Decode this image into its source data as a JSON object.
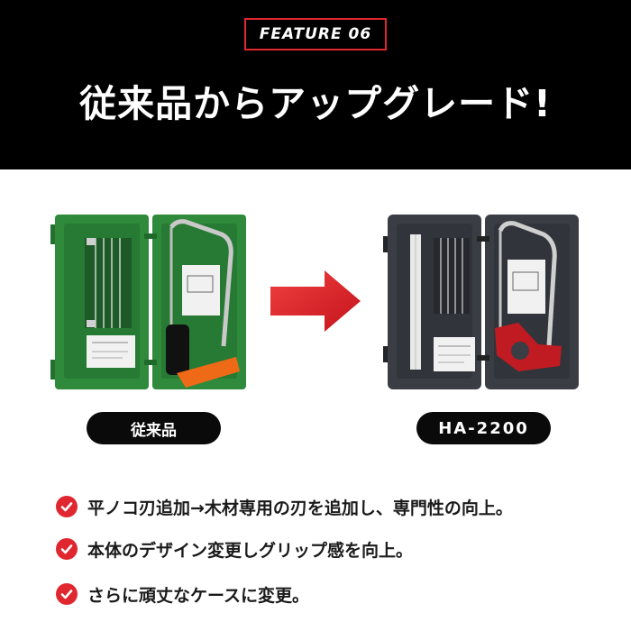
{
  "header": {
    "badge": "FEATURE 06",
    "headline": "従来品からアップグレード!"
  },
  "products": {
    "old_label": "従来品",
    "new_label": "HA-2200",
    "old_icon": "saw-case-green-image",
    "new_icon": "saw-case-black-image"
  },
  "features": [
    "平ノコ刃追加→木材専用の刃を追加し、専門性の向上。",
    "本体のデザイン変更しグリップ感を向上。",
    "さらに頑丈なケースに変更。"
  ],
  "colors": {
    "accent": "#e0262f",
    "header_bg": "#000000",
    "old_case": "#2f8a3c",
    "new_case": "#3a3d44"
  }
}
